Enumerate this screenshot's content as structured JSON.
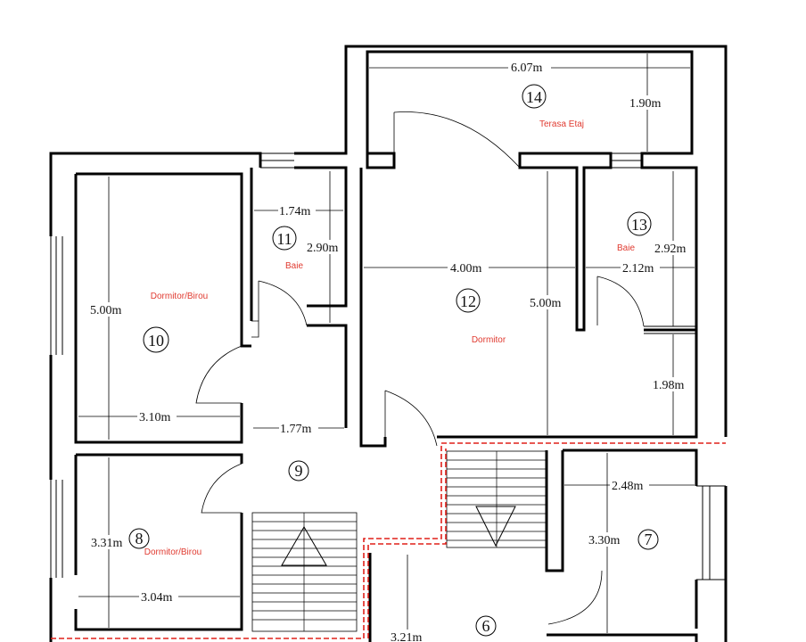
{
  "rooms": [
    {
      "number": "14",
      "name": "Terasa Etaj"
    },
    {
      "number": "13",
      "name": "Baie"
    },
    {
      "number": "12",
      "name": "Dormitor"
    },
    {
      "number": "11",
      "name": "Baie"
    },
    {
      "number": "10",
      "name": "Dormitor/Birou"
    },
    {
      "number": "9",
      "name": ""
    },
    {
      "number": "8",
      "name": "Dormitor/Birou"
    },
    {
      "number": "7",
      "name": ""
    },
    {
      "number": "6",
      "name": ""
    }
  ],
  "dimensions": {
    "terrace_width": "6.07m",
    "terrace_depth": "1.90m",
    "bath11_width": "1.74m",
    "bath11_depth": "2.90m",
    "bath13_width": "2.12m",
    "bath13_depth": "2.92m",
    "bedroom12_width": "4.00m",
    "bedroom12_depth": "5.00m",
    "closet_depth": "1.98m",
    "bedroom10_depth": "5.00m",
    "bedroom10_width": "3.10m",
    "hall_width": "1.77m",
    "bedroom8_depth": "3.31m",
    "bedroom8_width": "3.04m",
    "room7_width": "2.48m",
    "room7_depth": "3.30m",
    "room6_depth": "3.21m"
  }
}
